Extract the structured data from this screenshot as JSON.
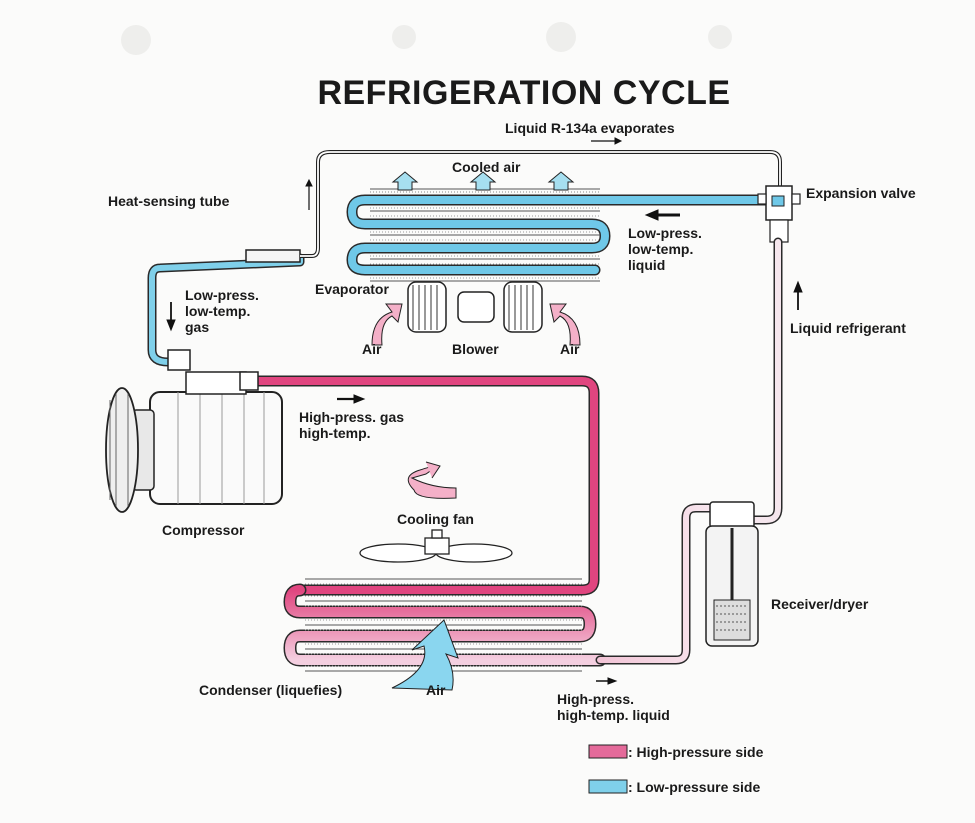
{
  "title": "REFRIGERATION CYCLE",
  "labels": {
    "liquid_evaporates": "Liquid R-134a evaporates",
    "cooled_air": "Cooled air",
    "heat_sensing_tube": "Heat-sensing tube",
    "expansion_valve": "Expansion valve",
    "low_press_liquid_1": "Low-press.",
    "low_press_liquid_2": "low-temp.",
    "low_press_liquid_3": "liquid",
    "low_press_gas_1": "Low-press.",
    "low_press_gas_2": "low-temp.",
    "low_press_gas_3": "gas",
    "evaporator": "Evaporator",
    "air_left": "Air",
    "blower": "Blower",
    "air_right": "Air",
    "liquid_refrigerant": "Liquid refrigerant",
    "high_press_gas_1": "High-press. gas",
    "high_press_gas_2": "high-temp.",
    "compressor": "Compressor",
    "cooling_fan": "Cooling fan",
    "receiver_dryer": "Receiver/dryer",
    "condenser": "Condenser (liquefies)",
    "air_condenser": "Air",
    "high_press_liquid_1": "High-press.",
    "high_press_liquid_2": "high-temp. liquid"
  },
  "legend": [
    {
      "label": ": High-pressure side",
      "color": "#e46a9a"
    },
    {
      "label": ": Low-pressure side",
      "color": "#7fd0ea"
    }
  ],
  "colors": {
    "high_pressure_hot": "#e0457f",
    "high_pressure_mid": "#eb8db4",
    "high_pressure_light": "#f1c8d8",
    "low_pressure": "#6fc8e8",
    "arrow_pink": "#f4b0c8"
  }
}
